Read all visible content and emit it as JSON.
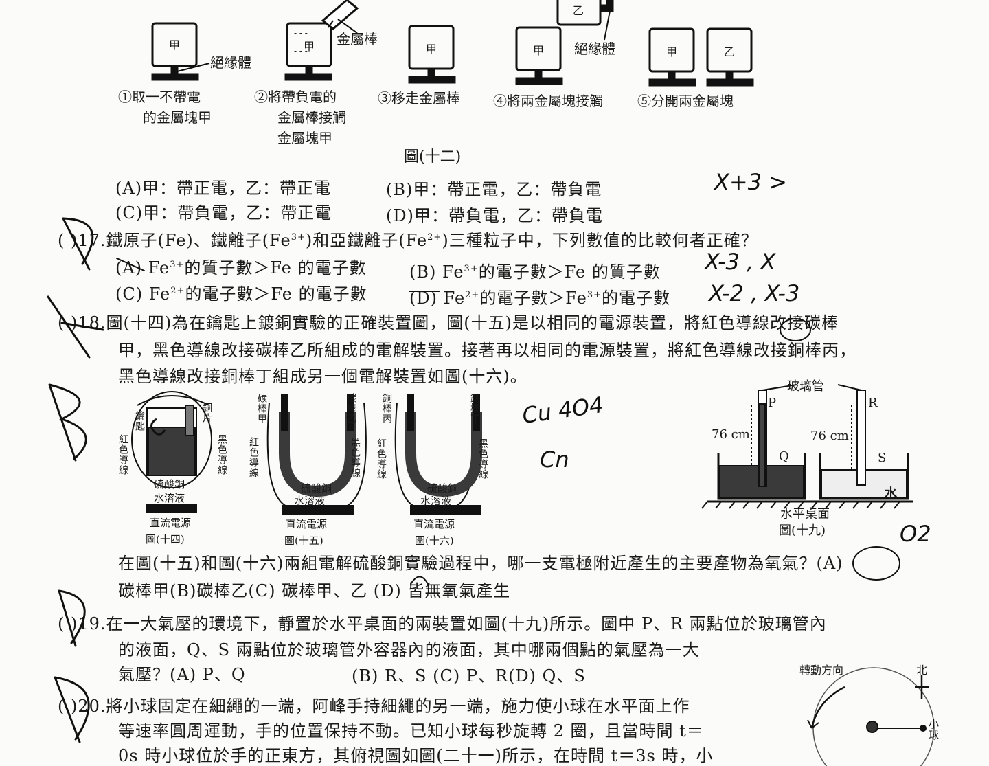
{
  "fig12": {
    "steps": [
      {
        "num": "①",
        "line1": "取一不帶電",
        "line2": "的金屬塊甲",
        "line3": ""
      },
      {
        "num": "②",
        "line1": "將帶負電的",
        "line2": "金屬棒接觸",
        "line3": "金屬塊甲"
      },
      {
        "num": "③",
        "line1": "移走金屬棒",
        "line2": "",
        "line3": ""
      },
      {
        "num": "④",
        "line1": "將兩金屬塊接觸",
        "line2": "",
        "line3": ""
      },
      {
        "num": "⑤",
        "line1": "分開兩金屬塊",
        "line2": "",
        "line3": ""
      }
    ],
    "block_jia": "甲",
    "block_yi": "乙",
    "insulator_label": "絕緣體",
    "rod_label": "金屬棒",
    "caption": "圖(十二)"
  },
  "q16": {
    "optA": "(A)甲：帶正電，乙：帶正電",
    "optB": "(B)甲：帶正電，乙：帶負電",
    "optC": "(C)甲：帶負電，乙：帶正電",
    "optD": "(D)甲：帶負電，乙：帶負電"
  },
  "q17": {
    "paren": "(   )",
    "stem_a": "17.鐵原子(Fe)、鐵離子(Fe",
    "sup_3": "3+",
    "stem_b": ")和亞鐵離子(Fe",
    "sup_2": "2+",
    "stem_c": ")三種粒子中，下列數值的比較何者正確？",
    "optA_a": "(A) Fe",
    "optA_b": "的質子數＞Fe 的電子數",
    "optB_a": "(B) Fe",
    "optB_b": "的電子數＞Fe 的質子數",
    "optC_a": "(C) Fe",
    "optC_b": "的電子數＞Fe 的電子數",
    "optD_a": "(D) Fe",
    "optD_b": "的電子數＞Fe",
    "optD_c": "的電子數"
  },
  "q18": {
    "paren": "(   )",
    "line1": "18.圖(十四)為在鑰匙上鍍銅實驗的正確裝置圖，圖(十五)是以相同的電源裝置，將紅色導線改接碳棒",
    "line2": "甲，黑色導線改接碳棒乙所組成的電解裝置。接著再以相同的電源裝置，將紅色導線改接銅棒丙，",
    "line3": "黑色導線改接銅棒丁組成另一個電解裝置如圖(十六)。",
    "line4": "在圖(十五)和圖(十六)兩組電解硫酸銅實驗過程中，哪一支電極附近產生的主要產物為氧氣？(A)",
    "line5": "碳棒甲(B)碳棒乙(C) 碳棒甲、乙 (D) 皆無氧氣產生"
  },
  "fig14": {
    "key": "鑰匙",
    "copper": "銅片",
    "red_wire": "紅色導線",
    "black_wire": "黑色導線",
    "solution1": "硫酸銅",
    "solution2": "水溶液",
    "power": "直流電源",
    "caption": "圖(十四)"
  },
  "fig15": {
    "rod_jia": "碳棒甲",
    "rod_yi": "碳棒乙",
    "red_wire": "紅色導線",
    "black_wire": "黑色導線",
    "solution1": "硫酸銅",
    "solution2": "水溶液",
    "power": "直流電源",
    "caption": "圖(十五)"
  },
  "fig16": {
    "rod_bing": "銅棒丙",
    "rod_ding": "銅棒丁",
    "red_wire": "紅色導線",
    "black_wire": "黑色導線",
    "solution1": "硫酸銅",
    "solution2": "水溶液",
    "power": "直流電源",
    "caption": "圖(十六)"
  },
  "fig19": {
    "tube": "玻璃管",
    "P": "P",
    "R": "R",
    "Q": "Q",
    "S": "S",
    "height_left": "76 cm",
    "height_right": "76 cm",
    "water": "水",
    "table": "水平桌面",
    "caption": "圖(十九)"
  },
  "q19": {
    "paren": "(   )",
    "line1": "19.在一大氣壓的環境下，靜置於水平桌面的兩裝置如圖(十九)所示。圖中 P、R 兩點位於玻璃管內",
    "line2": "的液面，Q、S 兩點位於玻璃管外容器內的液面，其中哪兩個點的氣壓為一大",
    "line3a": "氣壓？(A) P、Q",
    "line3b": "(B) R、S   (C) P、R(D) Q、S"
  },
  "q20": {
    "paren": "(   )",
    "line1": "20.將小球固定在細繩的一端，阿峰手持細繩的另一端，施力使小球在水平面上作",
    "line2": "等速率圓周運動，手的位置保持不動。已知小球每秒旋轉 2 圈，且當時間 t＝",
    "line3": "0s 時小球位於手的正東方，其俯視圖如圖(二十一)所示，在時間 t＝3s 時，小"
  },
  "fig21": {
    "direction": "轉動方向",
    "north": "北",
    "ball": "小球"
  },
  "handwriting": {
    "a16": "X+3 >",
    "a17_1": "X-3 , X",
    "a17_2": "X-2 , X-3",
    "cu1": "Cu 4O4",
    "cu2": "Cn",
    "o2": "O2"
  },
  "colors": {
    "ink": "#1a1a1a",
    "paper": "#fbfbf9",
    "solution": "#3a3a3a"
  }
}
